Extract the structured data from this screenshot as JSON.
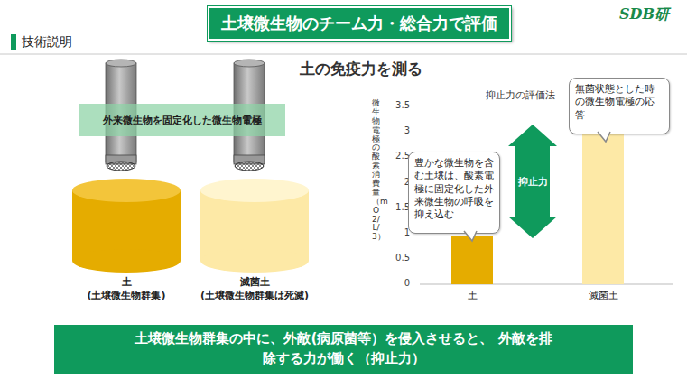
{
  "diagram": {
    "title": "土壌微生物のチーム力・総合力で評価",
    "nodes": [
      {
        "text": [
          "外来微生物を固定化した微生物電極"
        ]
      },
      {
        "text": [
          "土",
          "(土壌微生物群集)"
        ]
      },
      {
        "text": [
          "滅菌土",
          "(土壌微生物群集は死滅)"
        ]
      },
      {
        "text": [
          "豊かな微生物を含む土壌は、酸素電極に固定化した外来微生物の呼吸を抑え込む"
        ]
      },
      {
        "text": [
          "抑止力"
        ]
      },
      {
        "text": [
          "無菌状態とした時の微生物電極の応答"
        ]
      },
      {
        "text": [
          "土壌微生物群集の中に、外敵(病原菌等）を侵入させると、 外敵を排除する力が働く（抑止力）"
        ]
      }
    ],
    "labels": [
      "技術説明",
      "SDB研",
      "土の免疫力を測る",
      "抑止力の評価法",
      "微生物電極の酸素消費量（mO2/L/3）",
      "3.5",
      "3",
      "2.5",
      "2",
      "1.5",
      "1",
      "0.5",
      "0",
      "土",
      "滅菌土"
    ]
  }
}
